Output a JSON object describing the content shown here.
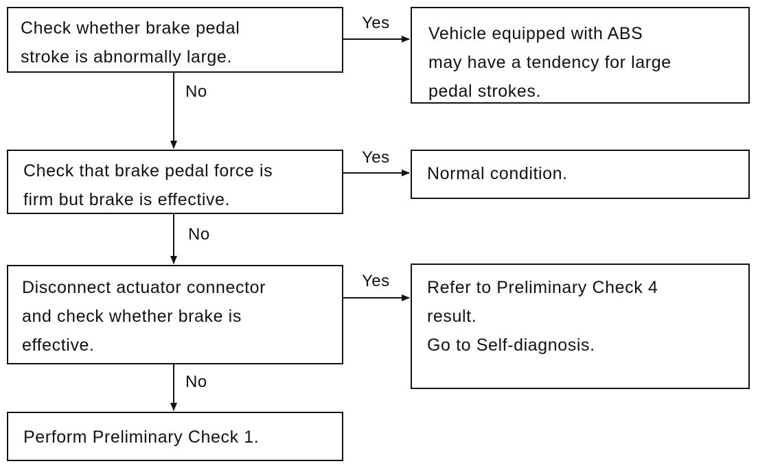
{
  "flowchart": {
    "steps": [
      {
        "check": [
          "Check whether brake pedal",
          "stroke is abnormally large."
        ],
        "yes_result": [
          "Vehicle equipped with ABS",
          "may have a tendency for large",
          "pedal strokes."
        ]
      },
      {
        "check": [
          "Check that brake pedal force is",
          "firm but brake is effective."
        ],
        "yes_result": [
          "Normal condition."
        ]
      },
      {
        "check": [
          "Disconnect actuator connector",
          "and check whether brake is",
          "effective."
        ],
        "yes_result": [
          "Refer to Preliminary Check 4",
          "result.",
          "Go to Self-diagnosis."
        ]
      }
    ],
    "final": [
      "Perform Preliminary Check 1."
    ],
    "yes_label": "Yes",
    "no_label": "No"
  },
  "colors": {
    "line": "#111111",
    "background": "#ffffff"
  }
}
